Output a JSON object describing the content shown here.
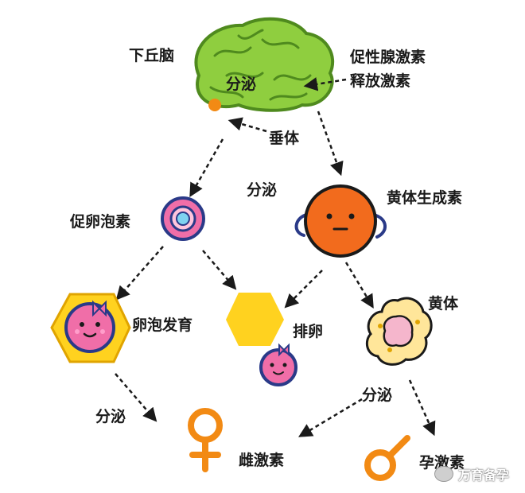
{
  "labels": {
    "hypothalamus": "下丘脑",
    "secrete_brain": "分泌",
    "gnrh_line1": "促性腺激素",
    "gnrh_line2": "释放激素",
    "pituitary": "垂体",
    "secrete_mid": "分泌",
    "fsh": "促卵泡素",
    "lh": "黄体生成素",
    "follicle_dev": "卵泡发育",
    "ovulation": "排卵",
    "corpus_luteum": "黄体",
    "secrete_left": "分泌",
    "secrete_right": "分泌",
    "estrogen": "雌激素",
    "progesterone": "孕激素",
    "watermark": "万育备孕"
  },
  "colors": {
    "brain": "#8fce3f",
    "brain_dark": "#4f8a1e",
    "lh_face": "#f26b1d",
    "hexagon": "#ffd21f",
    "follicle_ring": "#2a3a88",
    "egg_pink": "#f06ea8",
    "symbol_orange": "#f28a14",
    "luteum_yellow": "#ffe69a"
  },
  "icons": [
    "brain-icon",
    "pituitary-dot-icon",
    "fsh-cell-icon",
    "lh-face-icon",
    "follicle-egg-icon",
    "ovulation-hexagon-icon",
    "ovulated-egg-icon",
    "corpus-luteum-icon",
    "female-symbol-icon",
    "progesterone-symbol-icon",
    "watermark-icon"
  ]
}
